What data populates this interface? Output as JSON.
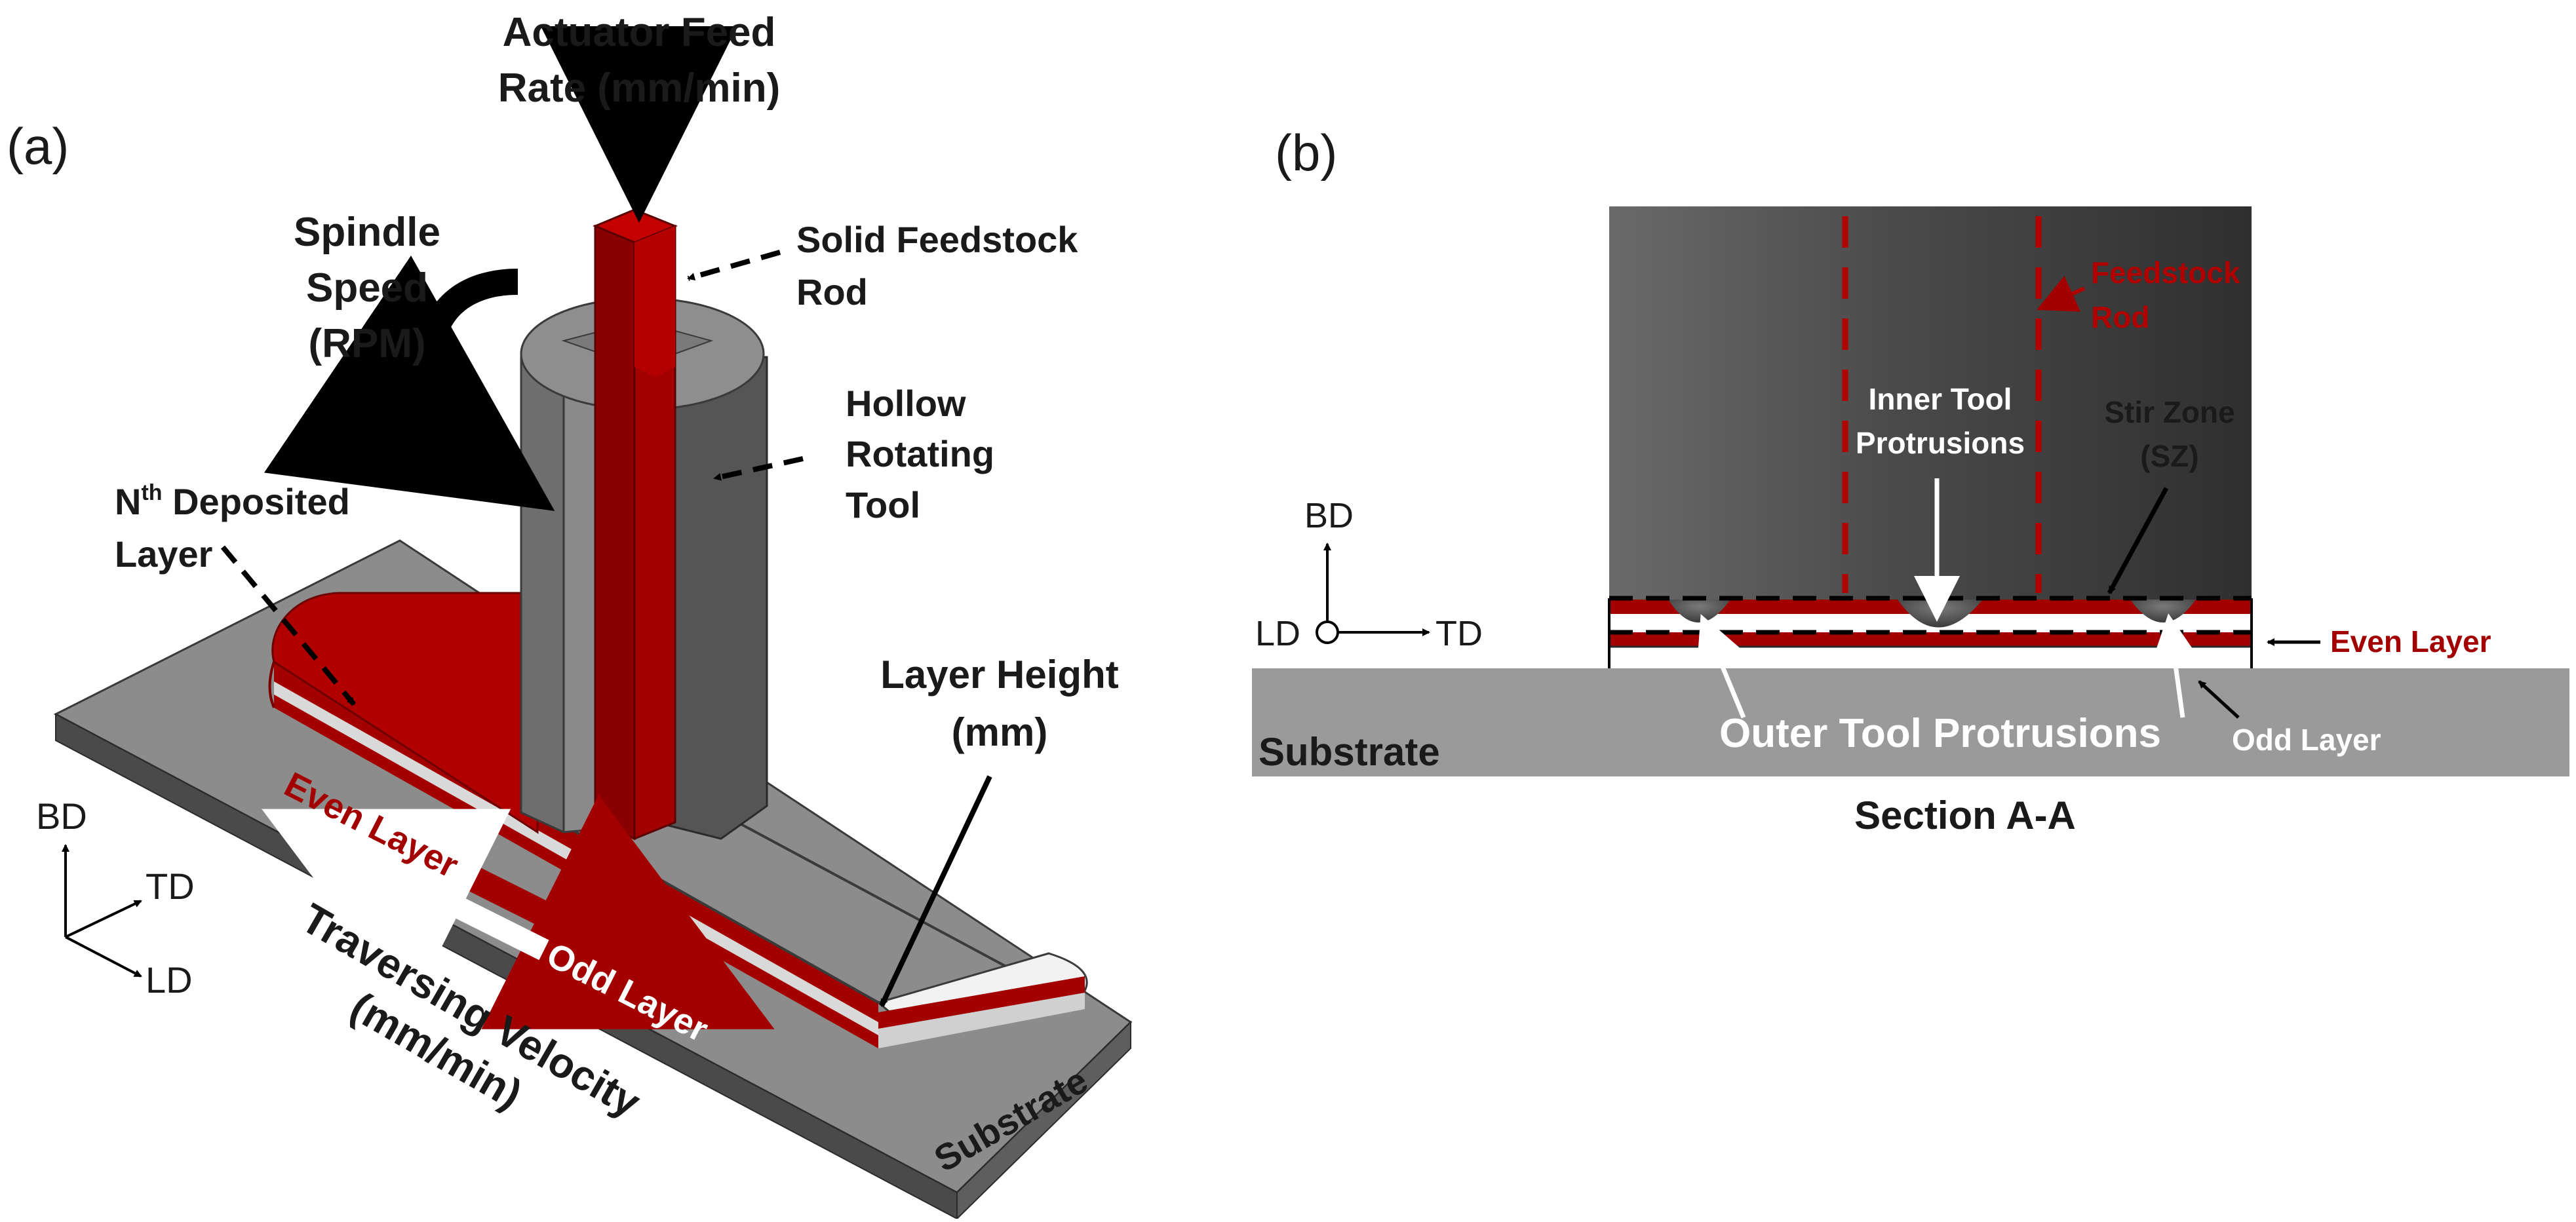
{
  "panel_a": {
    "panel_label": "(a)",
    "actuator_line1": "Actuator Feed",
    "actuator_line2": "Rate (mm/min)",
    "spindle_line1": "Spindle",
    "spindle_line2": "Speed",
    "spindle_line3": "(RPM)",
    "feedstock_line1": "Solid Feedstock",
    "feedstock_line2": "Rod",
    "tool_line1": "Hollow",
    "tool_line2": "Rotating",
    "tool_line3": "Tool",
    "nth_base": "N",
    "nth_sup": "th",
    "nth_rest": " Deposited",
    "nth_line2": "Layer",
    "layer_height_line1": "Layer Height",
    "layer_height_line2": "(mm)",
    "even_layer": "Even Layer",
    "odd_layer": "Odd Layer",
    "traverse_line1": "Traversing Velocity",
    "traverse_line2": "(mm/min)",
    "substrate": "Substrate",
    "axis_bd": "BD",
    "axis_td": "TD",
    "axis_ld": "LD"
  },
  "panel_b": {
    "panel_label": "(b)",
    "feedstock_line1": "Feedstock",
    "feedstock_line2": "Rod",
    "inner_line1": "Inner Tool",
    "inner_line2": "Protrusions",
    "stir_line1": "Stir Zone",
    "stir_line2": "(SZ)",
    "axis_bd": "BD",
    "axis_ld": "LD",
    "axis_td": "TD",
    "even_layer": "Even Layer",
    "odd_layer": "Odd Layer",
    "outer_protrusions": "Outer Tool Protrusions",
    "substrate": "Substrate",
    "section_title": "Section A-A"
  },
  "colors": {
    "red": "#a30000",
    "dark_gray": "#5f5f5f",
    "light_gray": "#9a9a9a",
    "black": "#000000"
  }
}
